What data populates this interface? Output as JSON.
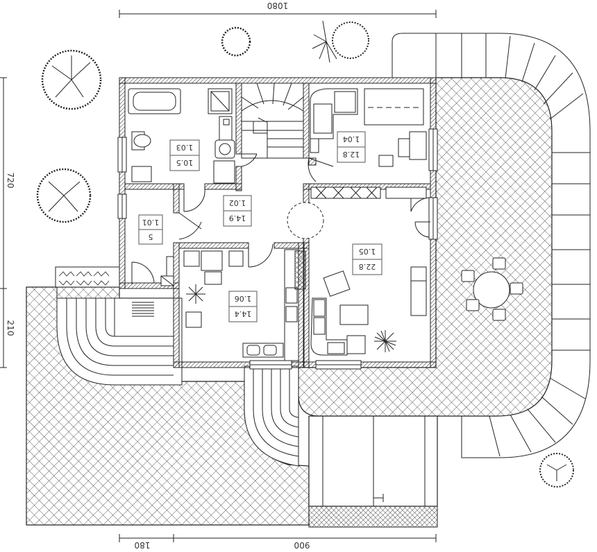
{
  "dimensions": {
    "top": "1080",
    "left_upper": "720",
    "left_lower": "210",
    "bottom_left": "180",
    "bottom_right": "900"
  },
  "rooms": [
    {
      "id": "1.01",
      "area": "5"
    },
    {
      "id": "1.02",
      "area": "14.9"
    },
    {
      "id": "1.03",
      "area": "10.5"
    },
    {
      "id": "1.04",
      "area": "12.8"
    },
    {
      "id": "1.05",
      "area": "22.8"
    },
    {
      "id": "1.06",
      "area": "14.4"
    }
  ]
}
